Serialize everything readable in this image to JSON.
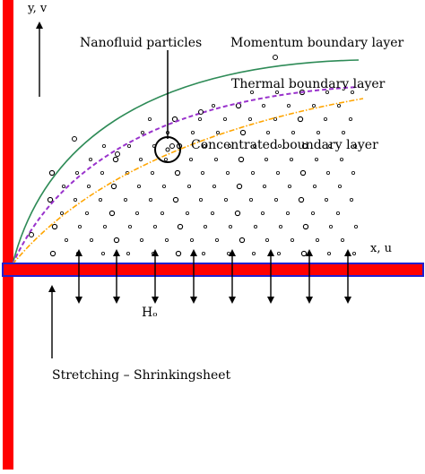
{
  "labels": {
    "y_axis": "y, v",
    "x_axis": "x, u",
    "nanofluid": "Nanofluid particles",
    "momentum": "Momentum boundary layer",
    "thermal": "Thermal boundary layer",
    "concentration": "Concentrated boundary layer",
    "field": "Hₒ",
    "sheet": "Stretching – Shrinkingsheet"
  },
  "colors": {
    "wall": "#ff0000",
    "sheet_fill": "#ff0000",
    "sheet_border": "#2020d0",
    "momentum": "#2e8b57",
    "thermal": "#9932cc",
    "concentration": "#ffa500",
    "ink": "#000000"
  },
  "icons": [
    "up-arrow",
    "double-headed-arrow",
    "particle-circle",
    "magnifier-circle"
  ]
}
